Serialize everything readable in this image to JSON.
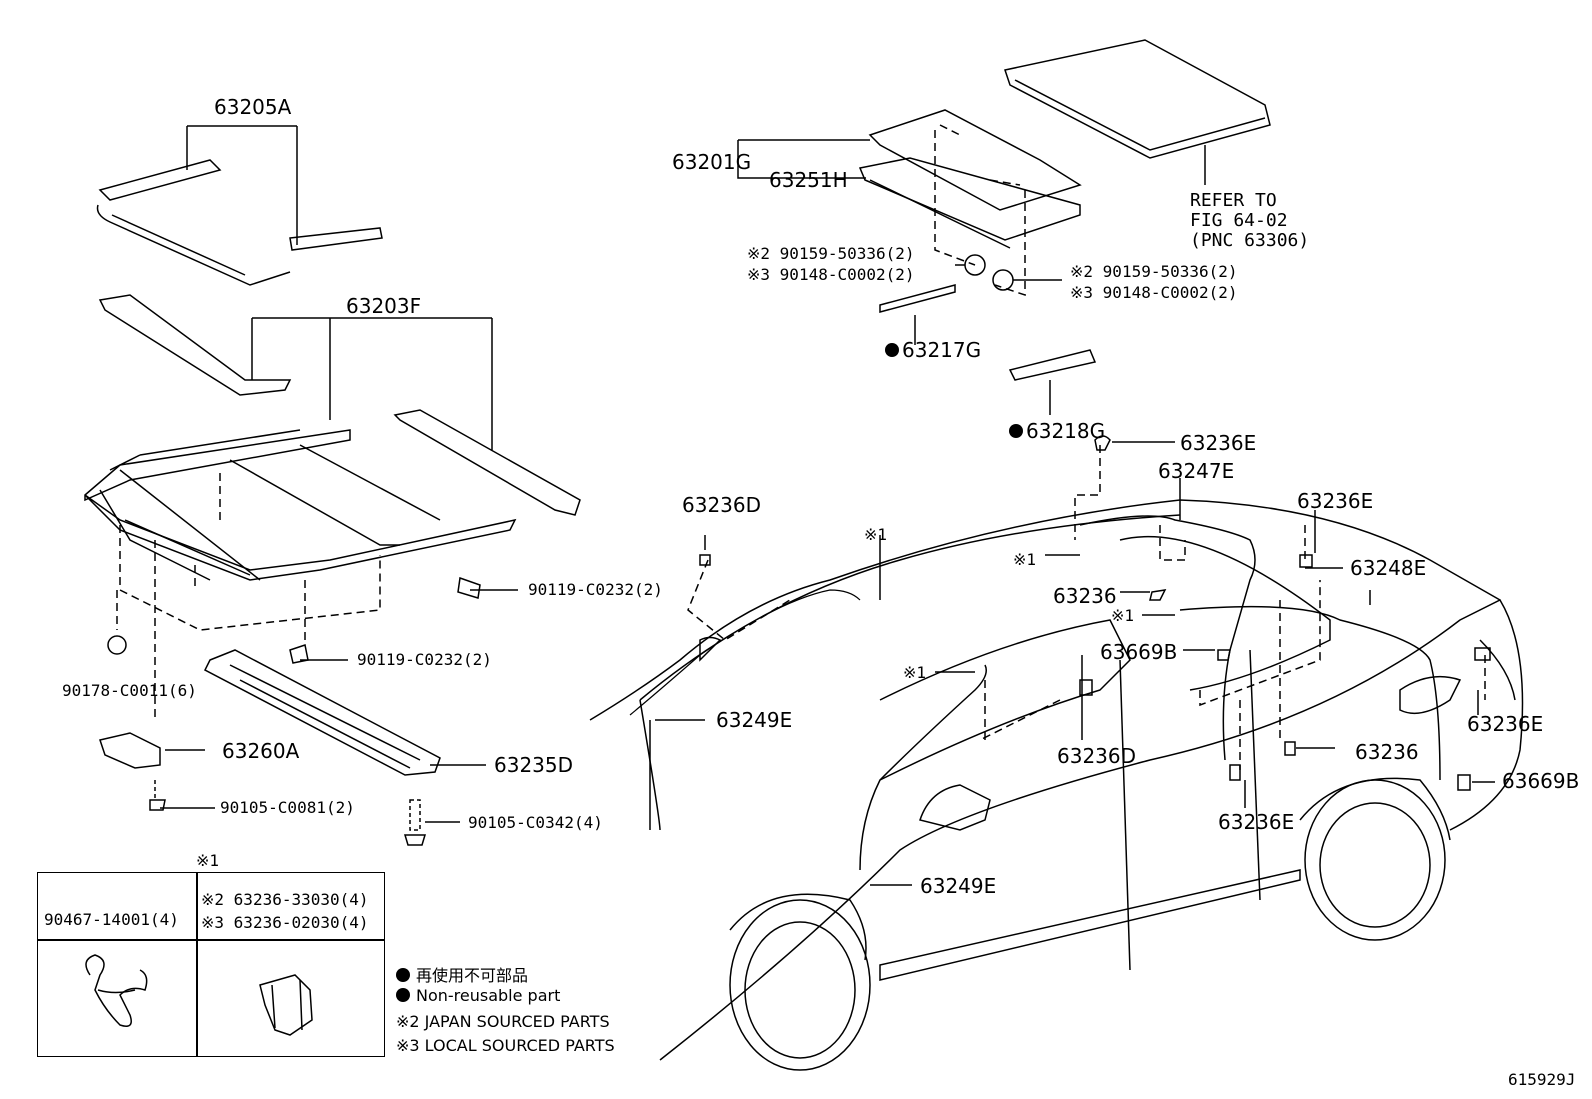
{
  "labels": {
    "p63205A": "63205A",
    "p63203F": "63203F",
    "p63201G": "63201G",
    "p63251H": "63251H",
    "refer1": "REFER TO",
    "refer2": "FIG 64-02",
    "refer3": "(PNC 63306)",
    "n2a_left": "※2 90159-50336(2)",
    "n3a_left": "※3 90148-C0002(2)",
    "n2a_right": "※2 90159-50336(2)",
    "n3a_right": "※3 90148-C0002(2)",
    "p63217G": "63217G",
    "p63218G": "63218G",
    "p63236E_top": "63236E",
    "p63247E": "63247E",
    "p63236E_r1": "63236E",
    "p63248E": "63248E",
    "p63236D_top": "63236D",
    "m1_a": "※1",
    "m1_b": "※1",
    "m1_c": "※1",
    "m1_d": "※1",
    "p63236_a": "63236",
    "p63669B_a": "63669B",
    "p90119_a": "90119-C0232(2)",
    "p90119_b": "90119-C0232(2)",
    "p90178": "90178-C0011(6)",
    "p63249E_a": "63249E",
    "p63236D_b": "63236D",
    "p63236E_r2": "63236E",
    "p63236_b": "63236",
    "p63669B_b": "63669B",
    "p63260A": "63260A",
    "p63235D": "63235D",
    "p90105_a": "90105-C0081(2)",
    "p90105_b": "90105-C0342(4)",
    "p63236E_bot": "63236E",
    "p63249E_b": "63249E",
    "legend_mark": "※1",
    "legend_left": "90467-14001(4)",
    "legend_r1": "※2 63236-33030(4)",
    "legend_r2": "※3 63236-02030(4)",
    "note1": "再使用不可部品",
    "note2": "Non-reusable part",
    "note3": "※2 JAPAN SOURCED PARTS",
    "note4": "※3 LOCAL SOURCED PARTS",
    "fig_id": "615929J"
  }
}
